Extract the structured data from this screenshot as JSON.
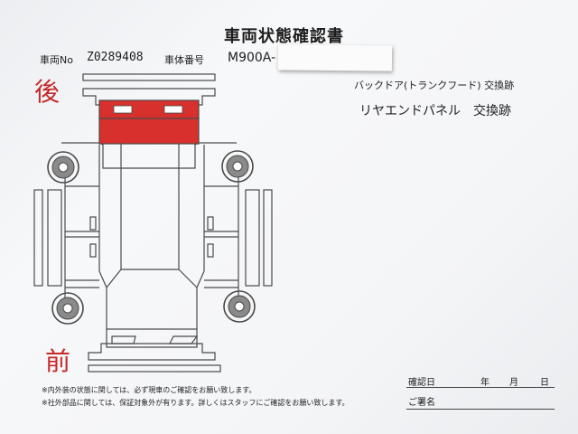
{
  "document": {
    "title": "車両状態確認書",
    "vehicle_no_label": "車両No",
    "vehicle_no": "Z0289408",
    "body_no_label": "車体番号",
    "body_no": "M900A-",
    "damage_notes": [
      "バックドア(トランクフード) 交換跡",
      "リヤエンドパネル　交換跡"
    ],
    "rear_label": "後",
    "front_label": "前",
    "footnotes": [
      "※内外装の状態に関しては、必ず現車のご確認をお願い致します。",
      "※社外部品に関しては、保証対象外が有ります。詳しくはスタッフにご確認をお願い致します。"
    ],
    "confirm_date_label": "確認日",
    "year_label": "年",
    "month_label": "月",
    "day_label": "日",
    "signature_label": "ご署名"
  },
  "colors": {
    "highlight": "#d8302c",
    "label_red": "#c62828",
    "line": "#4a4a4a"
  }
}
